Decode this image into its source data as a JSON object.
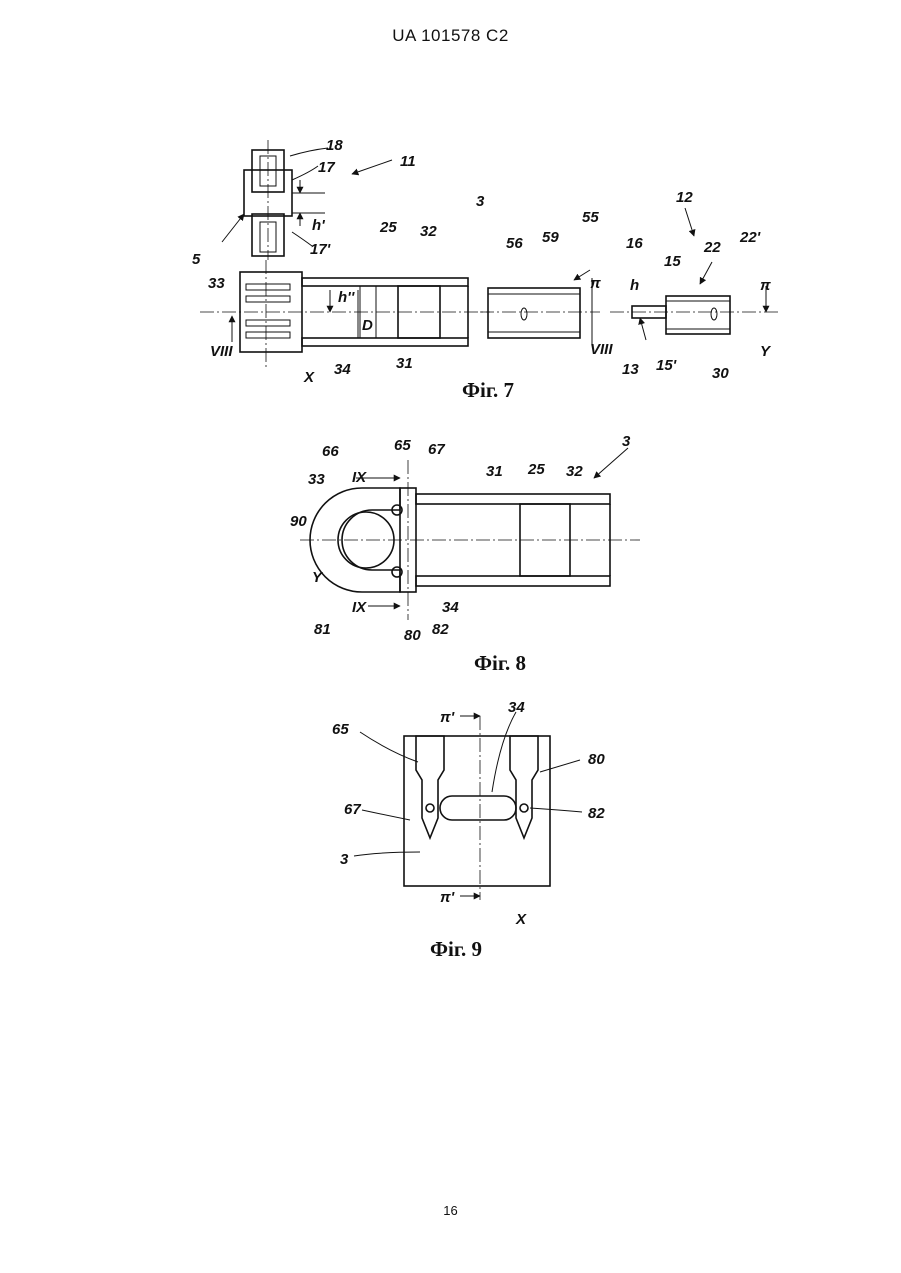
{
  "page": {
    "header": "UA   101578   C2",
    "page_number": "16"
  },
  "fig7": {
    "caption": "Фіг. 7",
    "labels": {
      "l18": "18",
      "l17": "17",
      "l11": "11",
      "l17p": "17'",
      "l5": "5",
      "lhp": "h'",
      "l25": "25",
      "l32": "32",
      "l3": "3",
      "l55": "55",
      "l56": "56",
      "l59": "59",
      "l16": "16",
      "l12": "12",
      "l15": "15",
      "l22": "22",
      "l22p": "22'",
      "l33": "33",
      "lhpp": "h''",
      "lD": "D",
      "lpi1": "π",
      "lh": "h",
      "lpi2": "π",
      "lVIII1": "VIII",
      "lX": "X",
      "l34": "34",
      "l31": "31",
      "lVIII2": "VIII",
      "l13": "13",
      "l15p": "15'",
      "l30": "30",
      "lY": "Y"
    }
  },
  "fig8": {
    "caption": "Фіг. 8",
    "labels": {
      "l66": "66",
      "l65": "65",
      "l67": "67",
      "l3": "3",
      "lIX1": "IX",
      "l31": "31",
      "l25": "25",
      "l32": "32",
      "l33": "33",
      "l90": "90",
      "lY": "Y",
      "lIX2": "IX",
      "l34": "34",
      "l81": "81",
      "l82": "82",
      "l80": "80"
    }
  },
  "fig9": {
    "caption": "Фіг. 9",
    "labels": {
      "l34": "34",
      "lpi1": "π'",
      "l65": "65",
      "l80": "80",
      "l67": "67",
      "l82": "82",
      "l3": "3",
      "lpi2": "π'",
      "lX": "X"
    }
  }
}
